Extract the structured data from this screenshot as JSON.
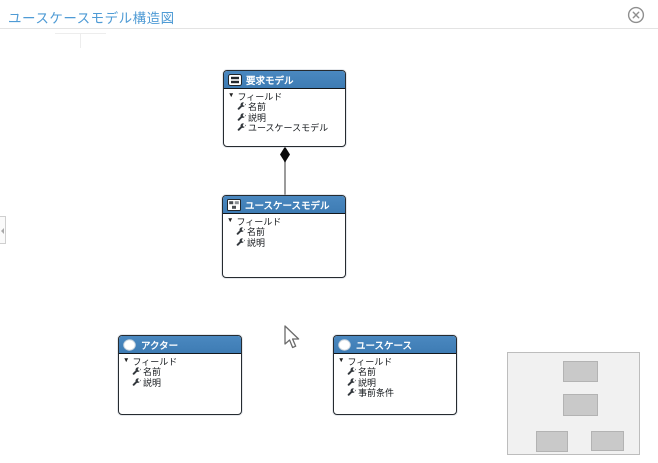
{
  "window": {
    "title": "ユースケースモデル構造図"
  },
  "icons": {
    "expander": "▼",
    "close": "circle-x",
    "field": "wrench"
  },
  "colors": {
    "title_text": "#4f9bd5",
    "node_header_bg": "#4384ba",
    "node_border": "#262b30",
    "connector": "#9b9b9b",
    "minimap_bg": "#f1f1f1",
    "minimap_node": "#c9c9c9"
  },
  "nodes": [
    {
      "title": "要求モデル",
      "icon": "requirement-model-icon",
      "fields_label": "フィールド",
      "fields": [
        "名前",
        "説明",
        "ユースケースモデル"
      ]
    },
    {
      "title": "ユースケースモデル",
      "icon": "usecase-model-icon",
      "fields_label": "フィールド",
      "fields": [
        "名前",
        "説明"
      ]
    },
    {
      "title": "アクター",
      "icon": "actor-icon",
      "fields_label": "フィールド",
      "fields": [
        "名前",
        "説明"
      ]
    },
    {
      "title": "ユースケース",
      "icon": "usecase-icon",
      "fields_label": "フィールド",
      "fields": [
        "名前",
        "説明",
        "事前条件"
      ]
    }
  ],
  "connectors": [
    {
      "type": "composition",
      "from": "要求モデル",
      "to": "ユースケースモデル"
    }
  ],
  "minimap": {
    "node_count": 4
  }
}
